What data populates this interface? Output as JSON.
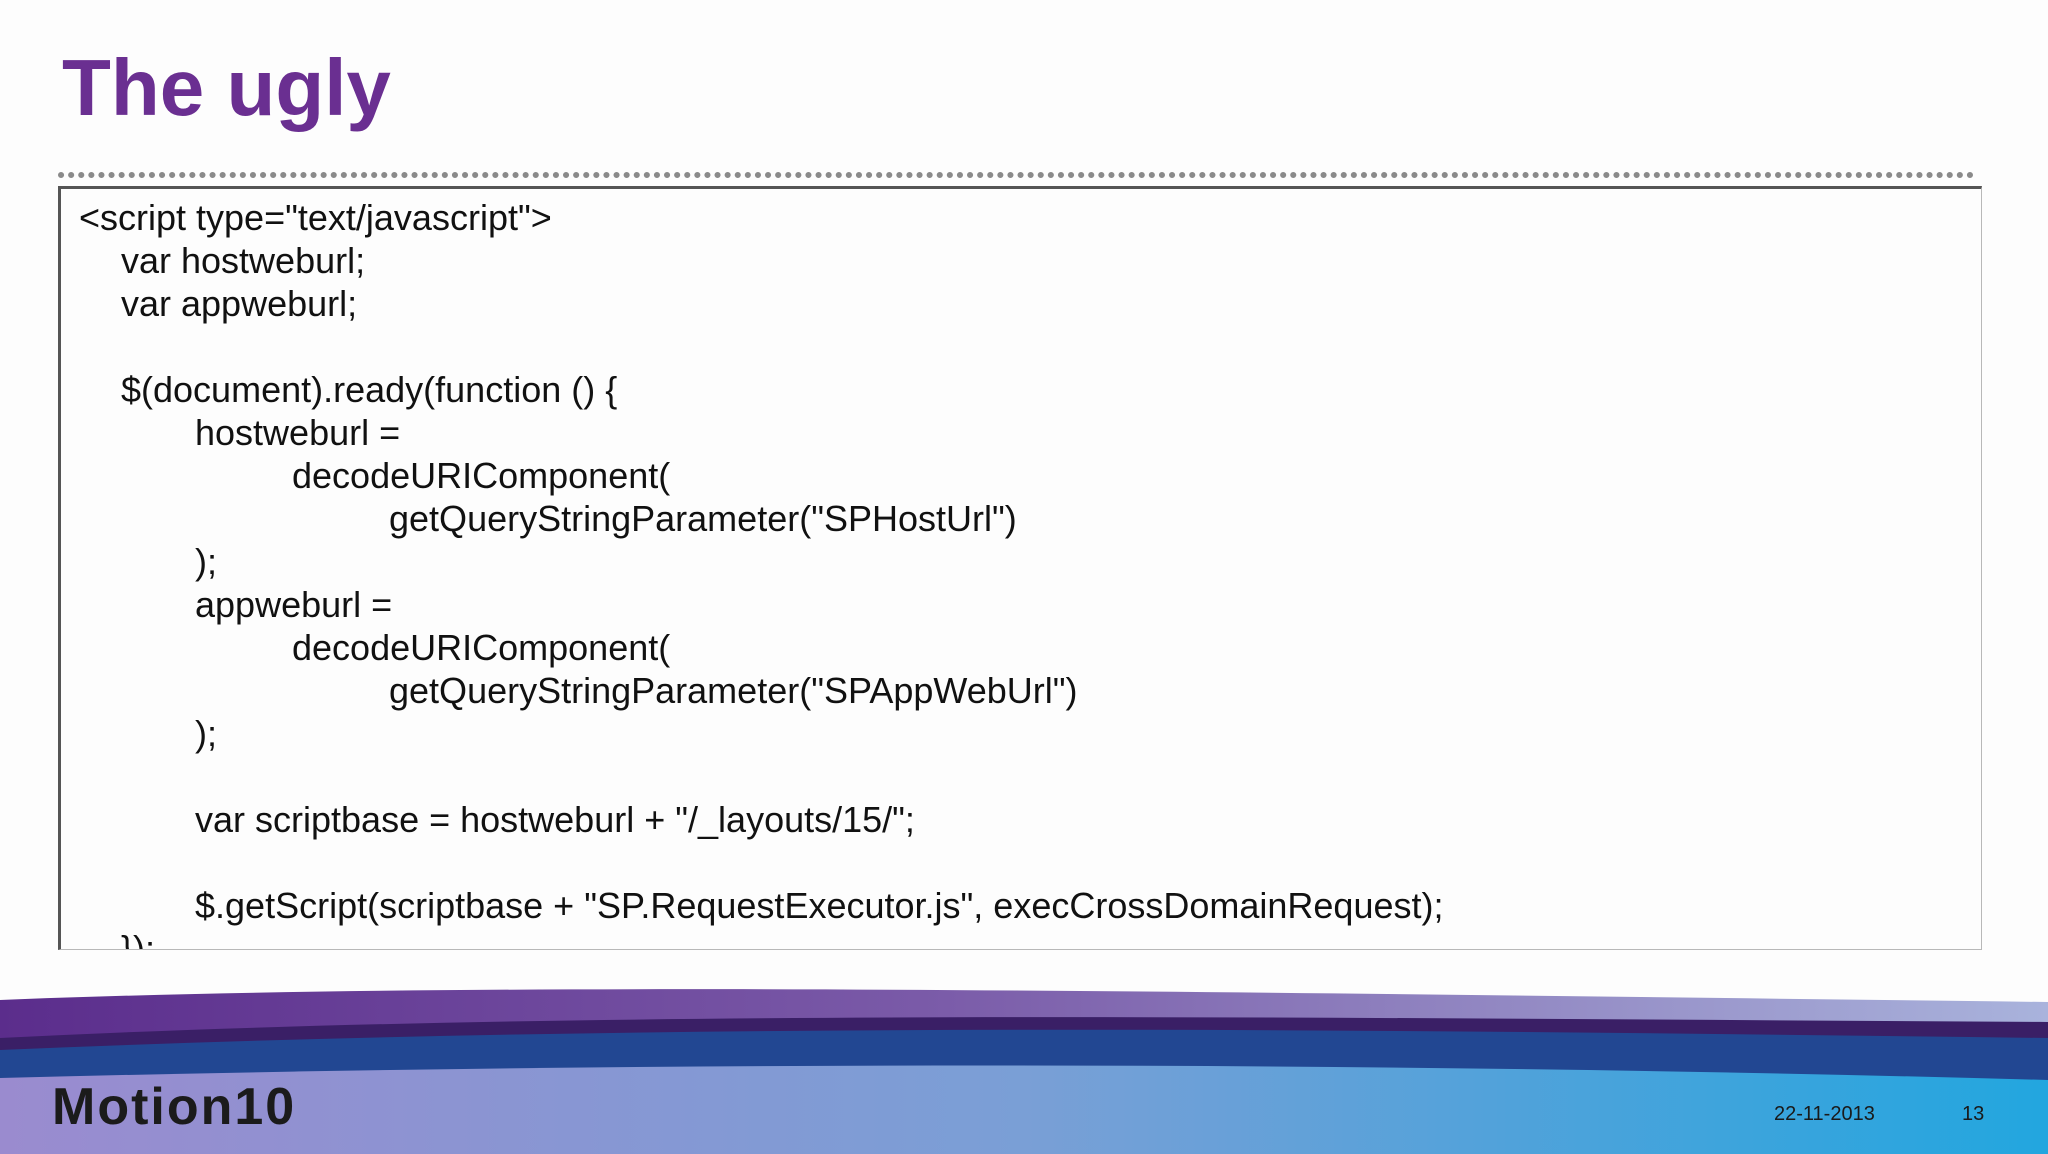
{
  "slide": {
    "title": "The ugly",
    "code_lines": [
      "<script type=\"text/javascript\">",
      "  var hostweburl;",
      "  var appweburl;",
      "",
      "  $(document).ready(function () {",
      "    hostweburl =",
      "      decodeURIComponent(",
      "        getQueryStringParameter(\"SPHostUrl\")",
      "    );",
      "    appweburl =",
      "      decodeURIComponent(",
      "        getQueryStringParameter(\"SPAppWebUrl\")",
      "    );",
      "",
      "    var scriptbase = hostweburl + \"/_layouts/15/\";",
      "",
      "    $.getScript(scriptbase + \"SP.RequestExecutor.js\", execCrossDomainRequest);",
      "  });"
    ]
  },
  "footer": {
    "brand": "Motion10",
    "date": "22-11-2013",
    "page_number": "13"
  },
  "colors": {
    "title": "#6a2f91",
    "wave_purple": "#5b2d8c",
    "wave_blue": "#1f9fd6"
  }
}
